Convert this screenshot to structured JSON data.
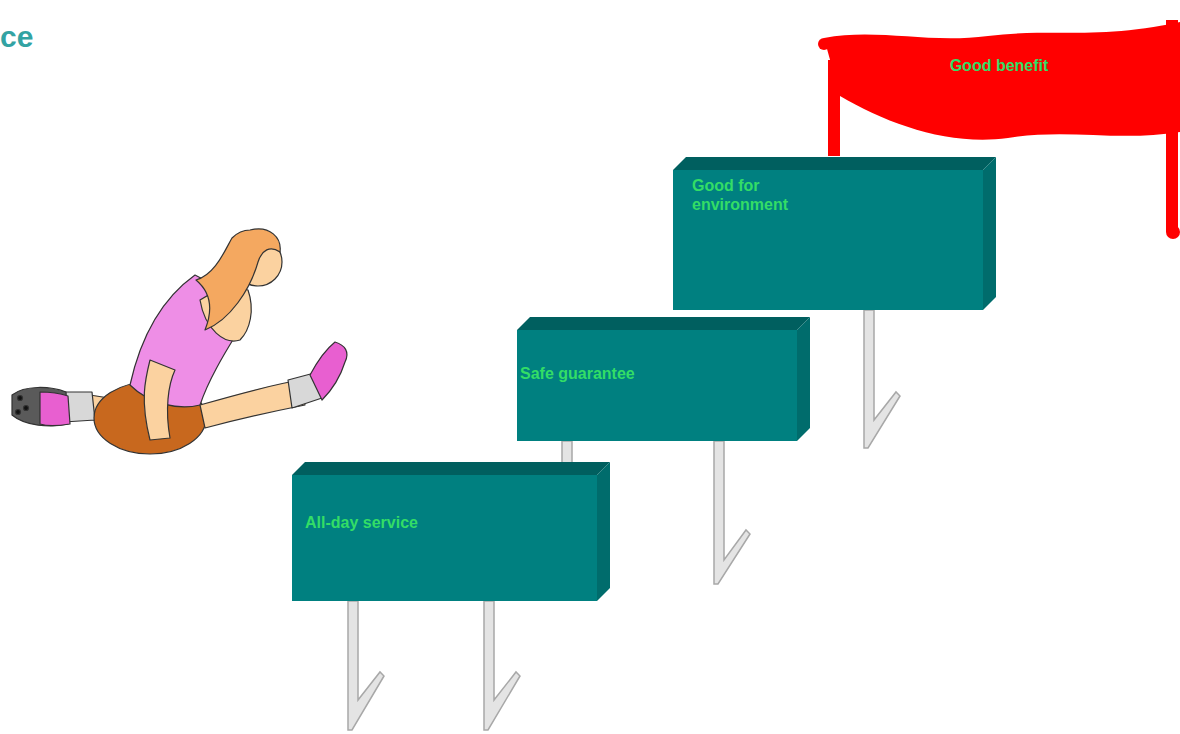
{
  "diagram": {
    "title": "ce",
    "nodes": [
      {
        "text": [
          "All-day service"
        ]
      },
      {
        "text": [
          "Safe guarantee"
        ]
      },
      {
        "text": [
          "Good for environment"
        ]
      },
      {
        "text": [
          "Good benefit"
        ]
      }
    ]
  }
}
